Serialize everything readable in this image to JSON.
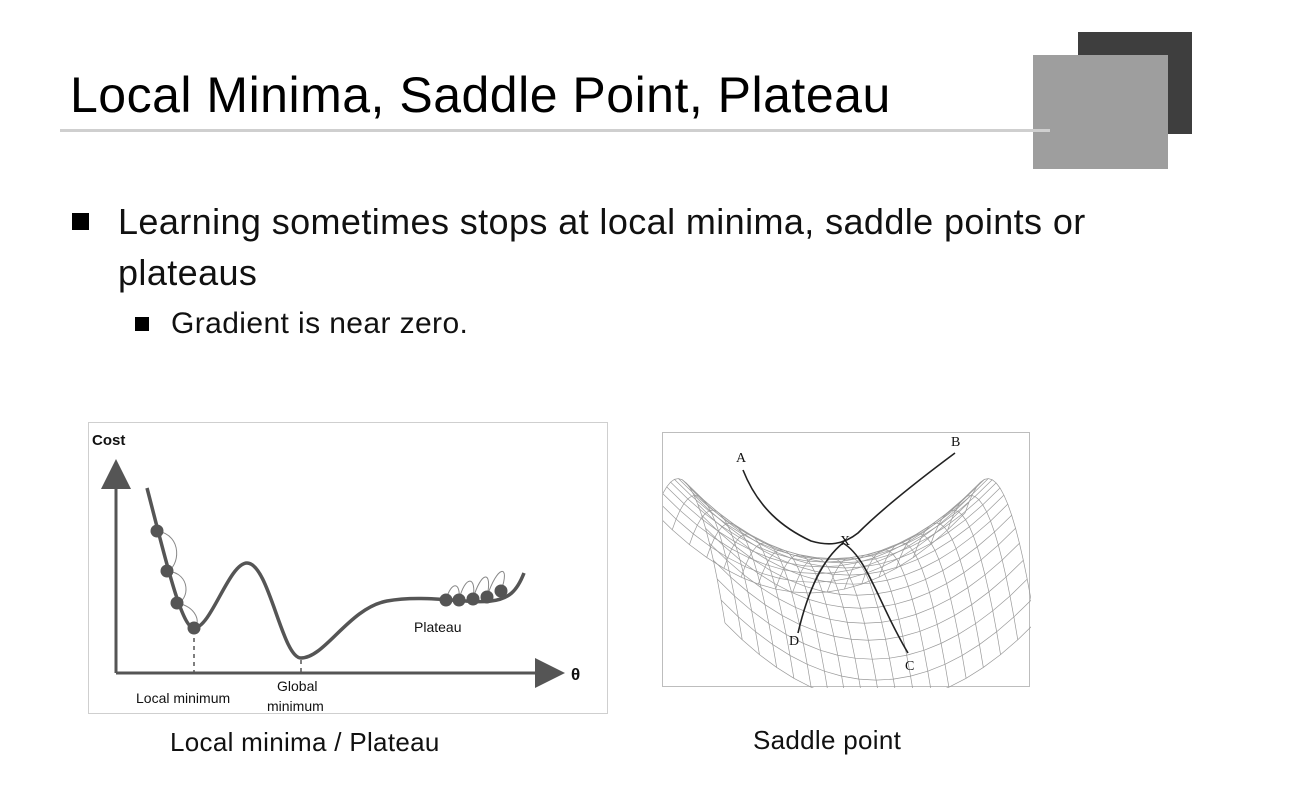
{
  "slide": {
    "title": "Local Minima, Saddle Point, Plateau",
    "bullets": [
      {
        "text": "Learning sometimes stops at local minima, saddle points or plateaus"
      }
    ],
    "sub_bullets": [
      {
        "text": "Gradient is near zero."
      }
    ]
  },
  "figure_left": {
    "y_axis_label": "Cost",
    "x_axis_label": "θ",
    "local_minimum_label": "Local minimum",
    "global_minimum_label": [
      "Global",
      "minimum"
    ],
    "plateau_label": "Plateau",
    "caption": "Local minima / Plateau"
  },
  "figure_right": {
    "point_labels": {
      "A": "A",
      "B": "B",
      "X": "X",
      "C": "C",
      "D": "D"
    },
    "caption": "Saddle point"
  },
  "colors": {
    "title_rule": "#cfcfcf",
    "deco_dark": "#3e3e3e",
    "deco_light": "#9e9e9e",
    "curve": "#555555",
    "ball": "#555555"
  }
}
